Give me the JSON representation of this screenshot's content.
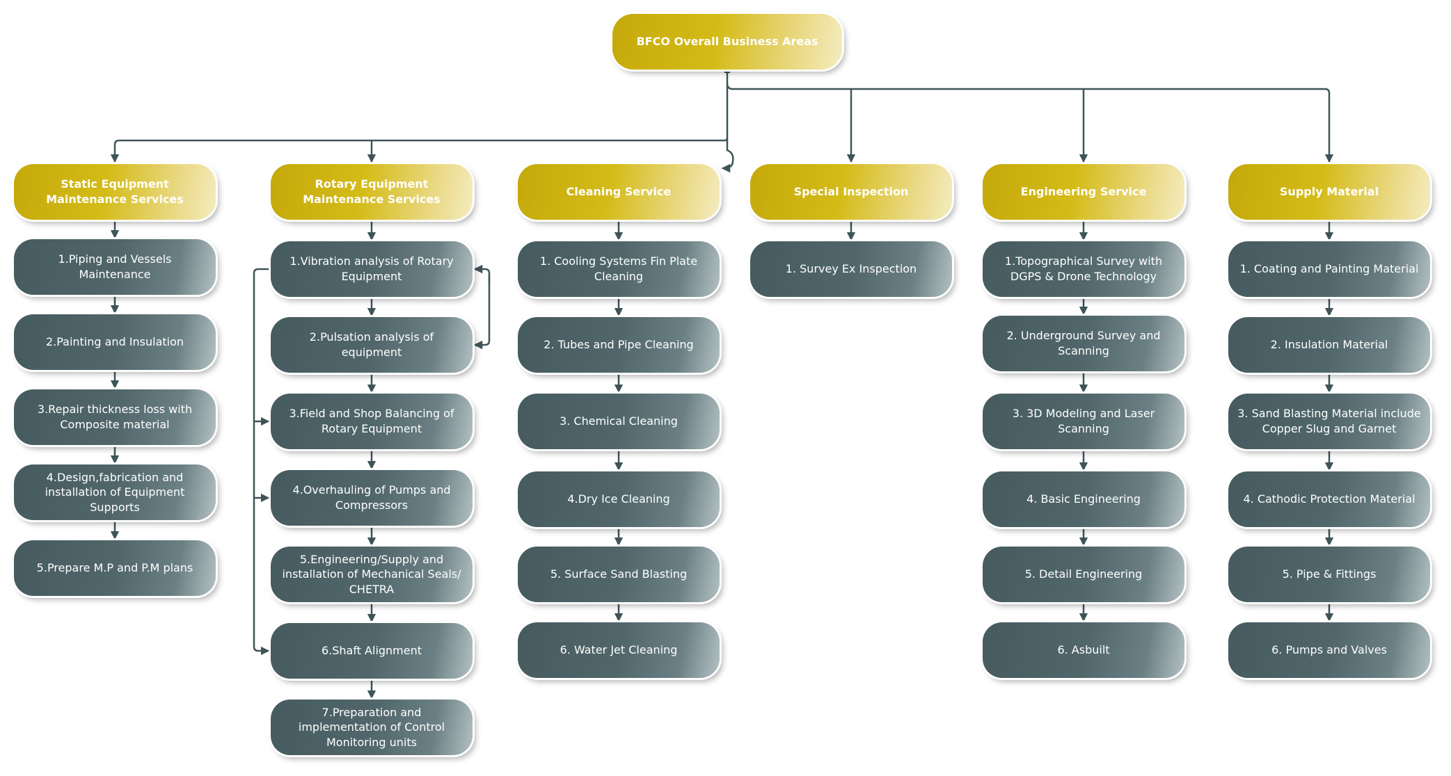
{
  "root": "BFCO Overall Business Areas",
  "columns": [
    {
      "title": "Static Equipment Maintenance Services",
      "items": [
        "1.Piping and Vessels Maintenance",
        "2.Painting and Insulation",
        "3.Repair thickness loss with Composite material",
        "4.Design,fabrication and installation of Equipment Supports",
        "5.Prepare M.P and P.M plans"
      ]
    },
    {
      "title": "Rotary Equipment Maintenance Services",
      "items": [
        "1.Vibration analysis of Rotary Equipment",
        "2.Pulsation analysis of  equipment",
        "3.Field and Shop Balancing of Rotary Equipment",
        "4.Overhauling of Pumps and Compressors",
        "5.Engineering/Supply and installation of Mechanical Seals/ CHETRA",
        "6.Shaft Alignment",
        "7.Preparation and implementation of Control Monitoring units"
      ]
    },
    {
      "title": "Cleaning Service",
      "items": [
        "1. Cooling Systems Fin Plate Cleaning",
        "2. Tubes and Pipe Cleaning",
        "3. Chemical Cleaning",
        "4.Dry Ice Cleaning",
        "5. Surface Sand Blasting",
        "6. Water Jet Cleaning"
      ]
    },
    {
      "title": "Special Inspection",
      "items": [
        "1. Survey Ex Inspection"
      ]
    },
    {
      "title": "Engineering Service",
      "items": [
        "1.Topographical Survey with DGPS & Drone Technology",
        "2. Underground Survey and Scanning",
        "3. 3D Modeling and Laser Scanning",
        "4. Basic Engineering",
        "5. Detail Engineering",
        "6. Asbuilt"
      ]
    },
    {
      "title": "Supply Material",
      "items": [
        "1. Coating and Painting Material",
        "2. Insulation Material",
        "3. Sand Blasting Material include Copper Slug and Garnet",
        "4. Cathodic Protection Material",
        "5. Pipe & Fittings",
        "6. Pumps and Valves"
      ]
    }
  ],
  "colors": {
    "header": "#c9ad0c",
    "item": "#4e6367",
    "connector": "#3f5458"
  }
}
